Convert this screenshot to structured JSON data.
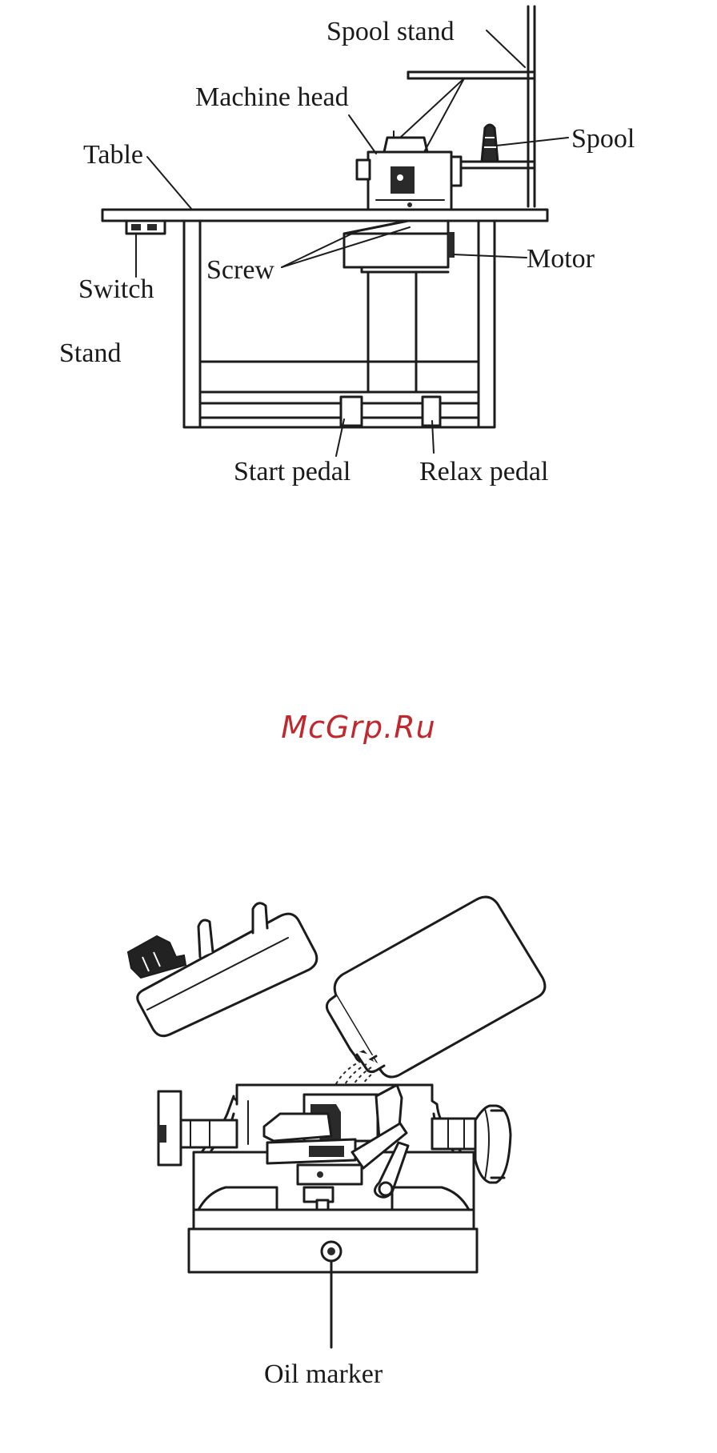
{
  "diagram_top": {
    "labels": {
      "spool_stand": "Spool  stand",
      "machine_head": "Machine  head",
      "spool": "Spool",
      "table": "Table",
      "screw": "Screw",
      "motor": "Motor",
      "switch": "Switch",
      "stand": "Stand",
      "start_pedal": "Start  pedal",
      "relax_pedal": "Relax pedal"
    }
  },
  "watermark": {
    "text": "McGrp.Ru",
    "color": "#c0282d"
  },
  "diagram_bottom": {
    "labels": {
      "oil_marker": "Oil  marker"
    }
  }
}
